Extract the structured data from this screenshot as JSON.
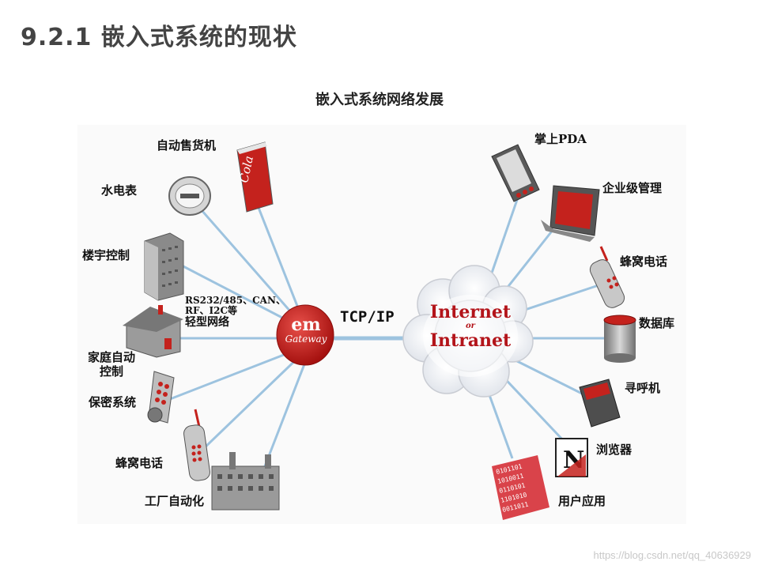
{
  "slide": {
    "title": "9.2.1 嵌入式系统的现状"
  },
  "diagram": {
    "title": "嵌入式系统网络发展",
    "left_devices": [
      "自动售货机",
      "水电表",
      "楼宇控制",
      "家庭自动控制",
      "保密系统",
      "蜂窝电话",
      "工厂自动化"
    ],
    "right_devices": [
      "掌上PDA",
      "企业级管理",
      "蜂窝电话",
      "数据库",
      "寻呼机",
      "浏览器",
      "用户应用"
    ],
    "network_note": [
      "RS232/485、CAN、",
      "RF、I2C等",
      "轻型网络"
    ],
    "hub": {
      "line1": "em",
      "line2": "Gateway"
    },
    "link_label": "TCP/IP",
    "cloud": {
      "line1": "Internet",
      "line2": "or",
      "line3": "Intranet"
    },
    "cola_text": "Cola"
  },
  "watermark": "https://blog.csdn.net/qq_40636929",
  "colors": {
    "hub": "#c8201e",
    "lines": "#8fb8d8",
    "cloud_text": "#b3141a"
  }
}
